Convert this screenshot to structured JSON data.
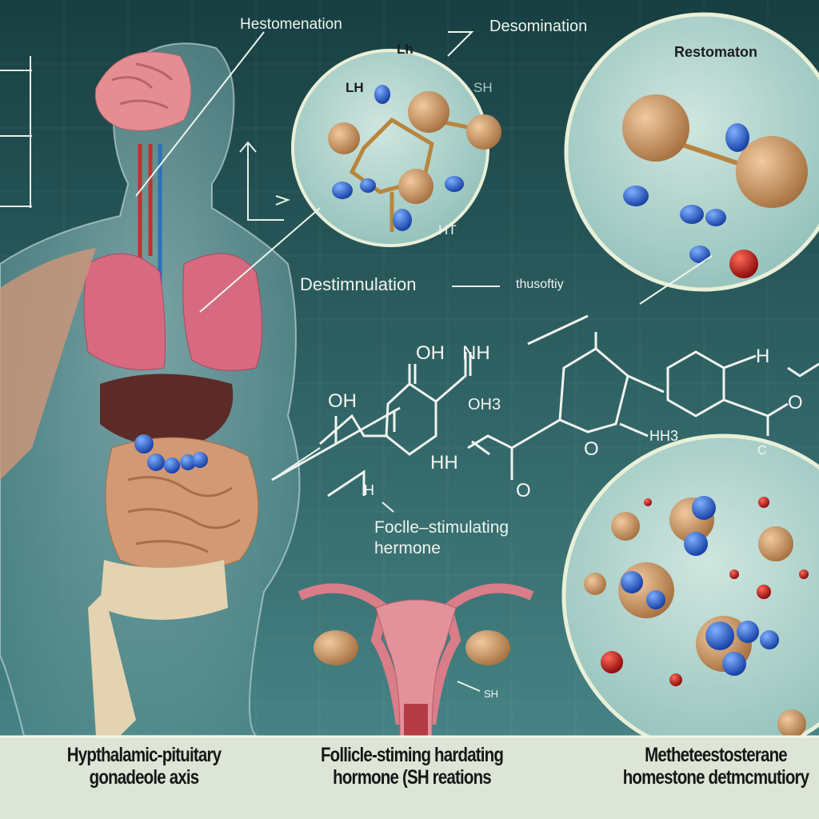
{
  "labels": {
    "top_left": "Hestomenation",
    "top_middle": "Desomination",
    "circle1_lh_top": "Lh",
    "circle1_lh": "LH",
    "circle1_sh": "SH",
    "circle1_ht": "HT",
    "circle2_title": "Restomaton",
    "mid_left": "Destimnulation",
    "mid_right": "thusoftiy",
    "fsh_line1": "Foclle–stimulating",
    "fsh_line2": "hermone",
    "uterus_tag": "SH"
  },
  "chem_labels": [
    "OH",
    "NH",
    "OH",
    "OH3",
    "HH",
    "O",
    "O",
    "HH3",
    "H",
    "O",
    "C",
    "H"
  ],
  "captions": {
    "left": {
      "line1": "Hypthalamic-pituitary",
      "line2": "gonadeole axis"
    },
    "middle": {
      "line1": "Follicle-stiming hardating",
      "line2": "hormone (SH reations"
    },
    "right": {
      "line1": "Metheteestosterane",
      "line2": "homestone detmcmutiory"
    }
  },
  "colors": {
    "background_top": "#173f41",
    "background_bottom": "#4b8a8c",
    "caption_band": "#dde5d6",
    "circle_fill": "#b8d8d0",
    "molecule_blue": "#2a62c8",
    "molecule_tan": "#c89a6e",
    "molecule_red": "#c21e1e"
  }
}
